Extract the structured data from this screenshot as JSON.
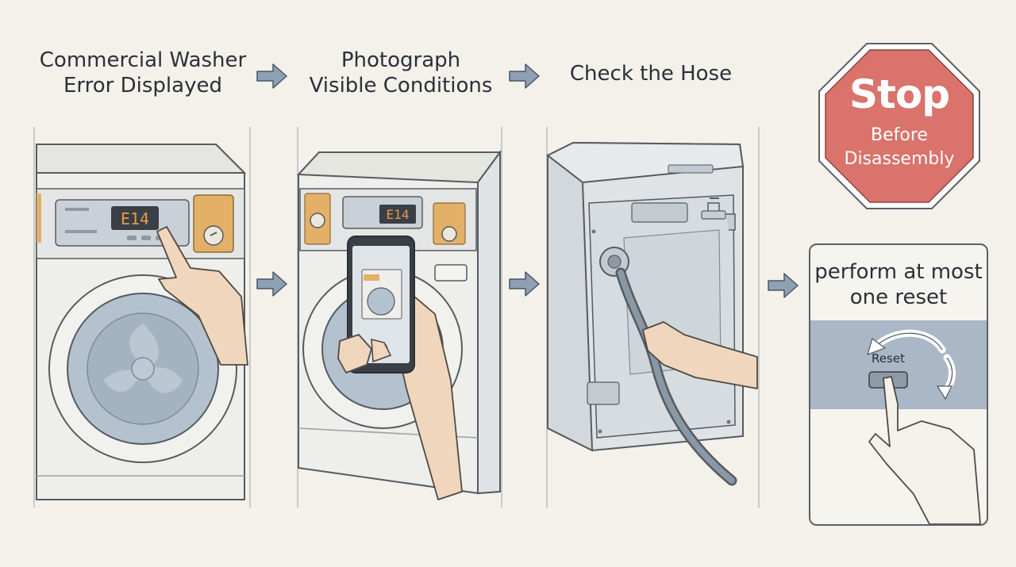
{
  "steps": [
    {
      "title_line1": "Commercial Washer",
      "title_line2": "Error Displayed"
    },
    {
      "title_line1": "Photograph",
      "title_line2": "Visible Conditions"
    },
    {
      "title_line1": "Check the Hose",
      "title_line2": ""
    }
  ],
  "display": {
    "error_code": "E14"
  },
  "stop_sign": {
    "big": "Stop",
    "line1": "Before",
    "line2": "Disassembly"
  },
  "reset_panel": {
    "title_line1": "perform at most",
    "title_line2": "one reset",
    "button_label": "Reset"
  },
  "colors": {
    "background": "#f3f1ea",
    "arrow": "#8ea0b4",
    "stop_red": "#d9736b",
    "machine_gray": "#dfe3e6",
    "accent_tan": "#e3b067",
    "skin": "#f0d6bd",
    "display_dark": "#3a3f46",
    "display_digits": "#e39a4a",
    "reset_band": "#a9b7c6"
  },
  "icons": [
    "right-arrow-icon",
    "stop-sign-icon",
    "rotate-arrow-icon",
    "pointing-hand-icon",
    "smartphone-icon",
    "faucet-icon",
    "hose-icon"
  ]
}
